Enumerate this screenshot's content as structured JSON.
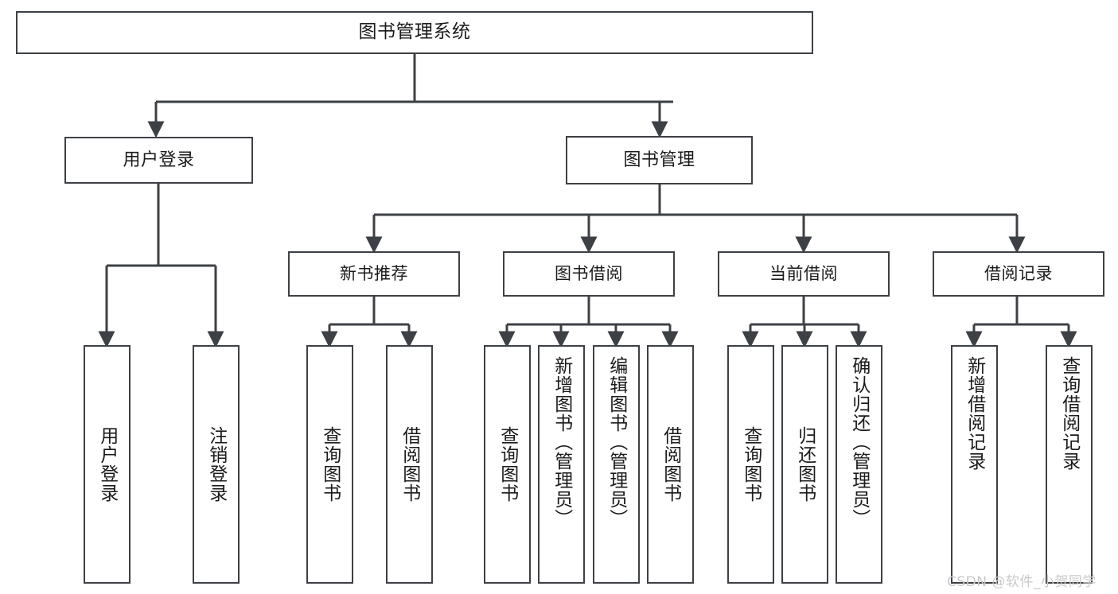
{
  "diagram": {
    "title_node": {
      "label": "图书管理系统"
    },
    "level1": [
      {
        "id": "user-login",
        "label": "用户登录"
      },
      {
        "id": "book-manage",
        "label": "图书管理"
      }
    ],
    "level2": [
      {
        "id": "new-book-recommend",
        "label": "新书推荐"
      },
      {
        "id": "book-borrow",
        "label": "图书借阅"
      },
      {
        "id": "current-borrow",
        "label": "当前借阅"
      },
      {
        "id": "borrow-record",
        "label": "借阅记录"
      }
    ],
    "leaves": {
      "user_login": [
        {
          "id": "leaf-user-login",
          "label": "用户登录"
        },
        {
          "id": "leaf-logout-login",
          "label": "注销登录"
        }
      ],
      "new_book_recommend": [
        {
          "id": "leaf-query-book-1",
          "label": "查询图书"
        },
        {
          "id": "leaf-borrow-book-1",
          "label": "借阅图书"
        }
      ],
      "book_borrow": [
        {
          "id": "leaf-query-book-2",
          "label": "查询图书"
        },
        {
          "id": "leaf-add-book",
          "label": "新增图书（管理员）"
        },
        {
          "id": "leaf-edit-book",
          "label": "编辑图书（管理员）"
        },
        {
          "id": "leaf-borrow-book-2",
          "label": "借阅图书"
        }
      ],
      "current_borrow": [
        {
          "id": "leaf-query-book-3",
          "label": "查询图书"
        },
        {
          "id": "leaf-return-book",
          "label": "归还图书"
        },
        {
          "id": "leaf-confirm-return",
          "label": "确认归还（管理员）"
        }
      ],
      "borrow_record": [
        {
          "id": "leaf-add-record",
          "label": "新增借阅记录"
        },
        {
          "id": "leaf-query-record",
          "label": "查询借阅记录"
        }
      ]
    },
    "watermark": {
      "text": "CSDN @软件_小贺同学"
    },
    "colors": {
      "line": "#3d4044",
      "box_fill": "#ffffff",
      "text": "#1b1b1b",
      "watermark": "#c9c9c9"
    }
  }
}
